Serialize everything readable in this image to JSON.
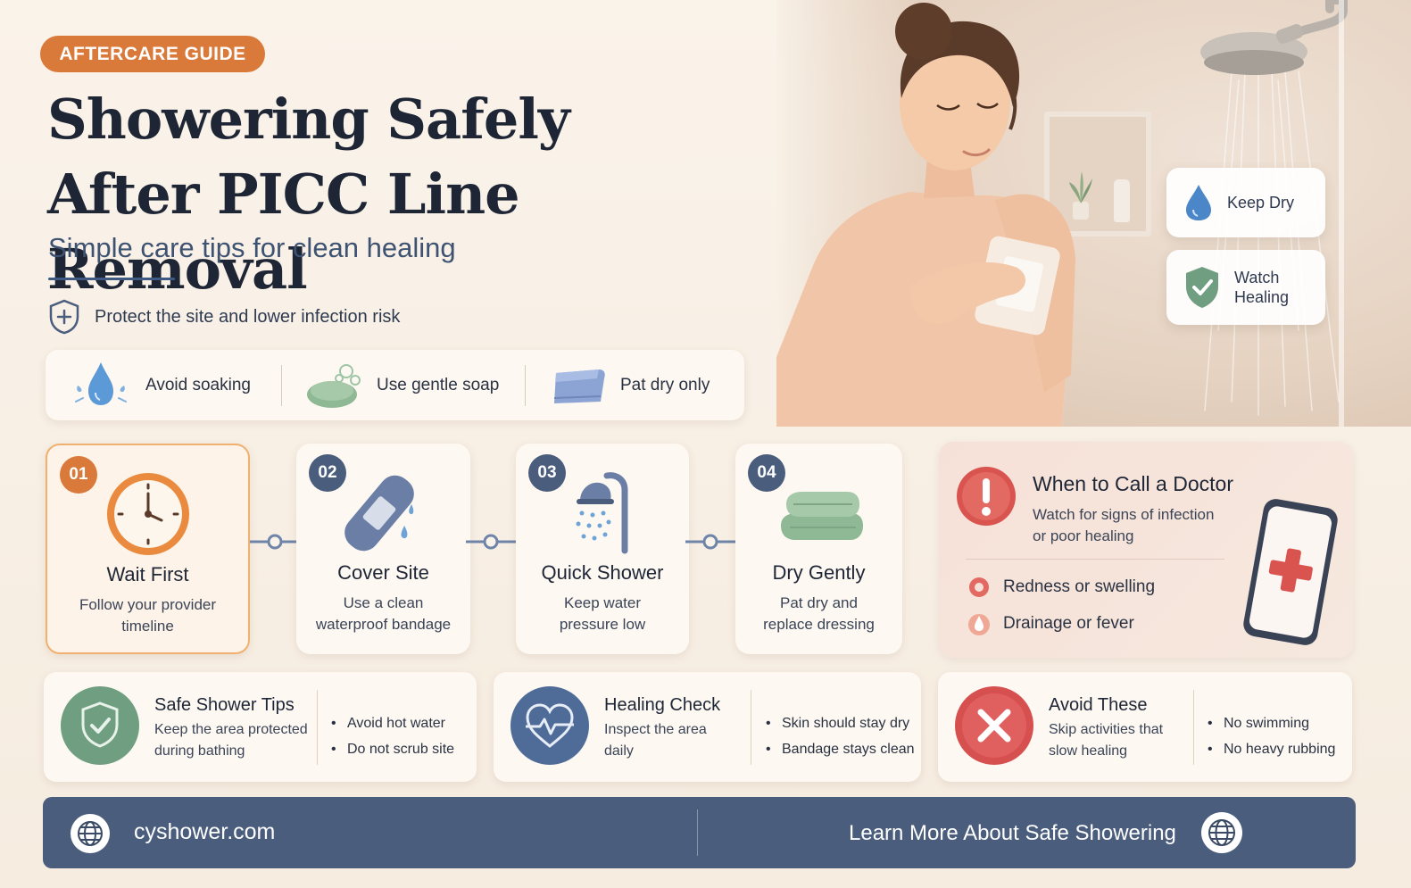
{
  "header": {
    "badge": "AFTERCARE GUIDE",
    "title_line1": "Showering Safely",
    "title_line2": "After PICC Line Removal",
    "subtitle": "Simple care tips for clean healing",
    "protect_text": "Protect the site and lower infection risk"
  },
  "quick_tips": [
    {
      "icon": "water-drop-icon",
      "label": "Avoid soaking"
    },
    {
      "icon": "soap-icon",
      "label": "Use gentle soap"
    },
    {
      "icon": "towel-icon",
      "label": "Pat dry only"
    }
  ],
  "hero_cards": [
    {
      "icon": "water-drop-icon",
      "label": "Keep Dry"
    },
    {
      "icon": "shield-check-icon",
      "label_line1": "Watch",
      "label_line2": "Healing"
    }
  ],
  "steps": [
    {
      "number": "01",
      "title": "Wait First",
      "desc_line1": "Follow your provider",
      "desc_line2": "timeline",
      "icon": "clock-icon"
    },
    {
      "number": "02",
      "title": "Cover Site",
      "desc_line1": "Use a clean",
      "desc_line2": "waterproof bandage",
      "icon": "bandage-icon"
    },
    {
      "number": "03",
      "title": "Quick Shower",
      "desc_line1": "Keep water",
      "desc_line2": "pressure low",
      "icon": "shower-icon"
    },
    {
      "number": "04",
      "title": "Dry Gently",
      "desc_line1": "Pat dry and",
      "desc_line2": "replace dressing",
      "icon": "towel-icon"
    }
  ],
  "doctor": {
    "title": "When to Call a Doctor",
    "desc_line1": "Watch for signs of infection",
    "desc_line2": "or poor healing",
    "symptoms": [
      "Redness or swelling",
      "Drainage or fever"
    ]
  },
  "tips": [
    {
      "title": "Safe Shower Tips",
      "desc_line1": "Keep the area protected",
      "desc_line2": "during bathing",
      "bullets": [
        "Avoid hot water",
        "Do not scrub site"
      ],
      "icon": "shield-check-icon",
      "color": "#6f9e80"
    },
    {
      "title": "Healing Check",
      "desc_line1": "Inspect the area",
      "desc_line2": "daily",
      "bullets": [
        "Skin should stay dry",
        "Bandage stays clean"
      ],
      "icon": "heart-pulse-icon",
      "color": "#4f6c98"
    },
    {
      "title": "Avoid These",
      "desc_line1": "Skip activities that",
      "desc_line2": "slow healing",
      "bullets": [
        "No swimming",
        "No heavy rubbing"
      ],
      "icon": "x-circle-icon",
      "color": "#d65050"
    }
  ],
  "footer": {
    "site": "cyshower.com",
    "cta": "Learn More About Safe Showering"
  },
  "colors": {
    "accent_orange": "#d97a3a",
    "navy": "#4a5d7c",
    "green": "#6f9e80",
    "red": "#d65050"
  }
}
